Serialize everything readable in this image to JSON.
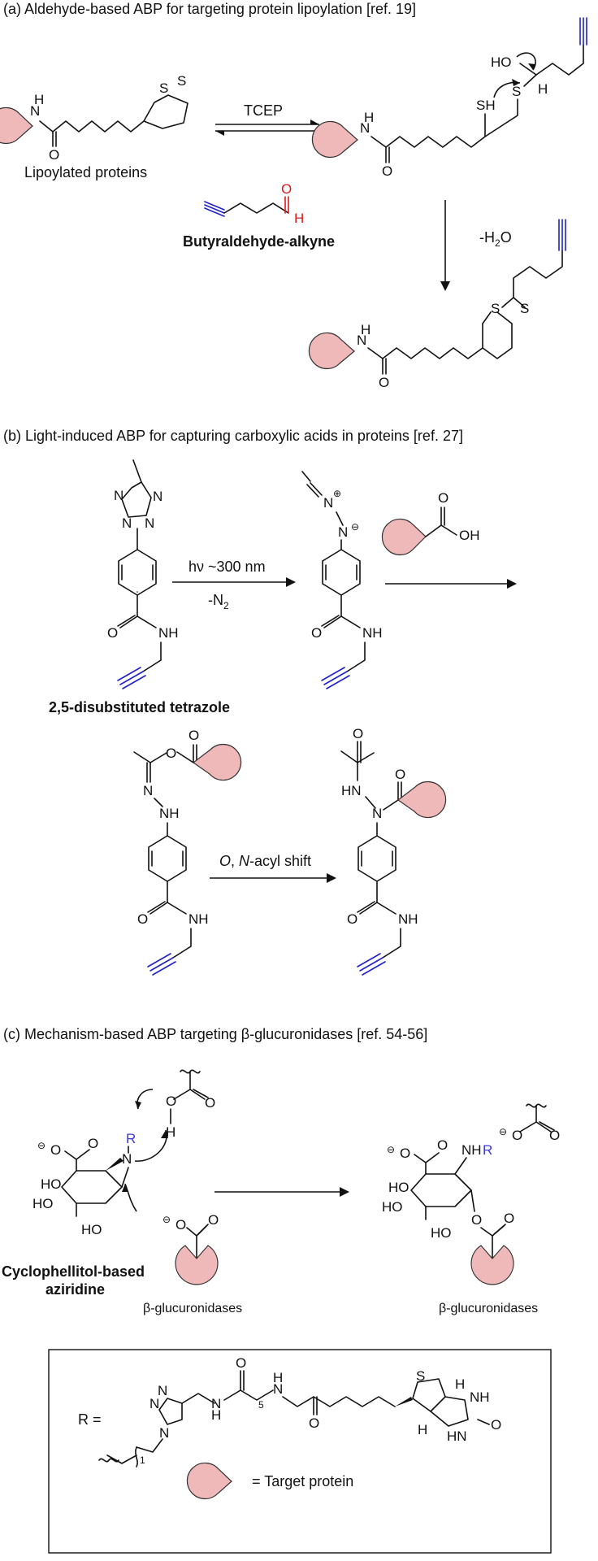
{
  "panel_a": {
    "header": "(a) Aldehyde-based ABP for targeting protein lipoylation [ref. 19]",
    "lipoylated_label": "Lipoylated proteins",
    "reagent_label": "TCEP",
    "aldehyde_label": "Butyraldehyde-alkyne",
    "elimination_label": "-H",
    "elimination_sub": "2",
    "elimination_tail": "O"
  },
  "panel_b": {
    "header": "(b) Light-induced ABP for capturing carboxylic acids in proteins [ref. 27]",
    "light_label": "hν ~300 nm",
    "n2_label": "-N",
    "n2_sub": "2",
    "tetrazole_label": "2,5-disubstituted tetrazole",
    "shift_label_o": "O",
    "shift_label_sep": ", ",
    "shift_label_n": "N",
    "shift_label_rest": "-acyl shift"
  },
  "panel_c": {
    "header": "(c) Mechanism-based ABP targeting β-glucuronidases [ref. 54-56]",
    "aziridine_line1": "Cyclophellitol-based",
    "aziridine_line2": "aziridine",
    "enzyme_label_left": "β-glucuronidases",
    "enzyme_label_right": "β-glucuronidases",
    "r_atom": "R",
    "nhr_nh": "NH",
    "nhr_r": "R"
  },
  "legend": {
    "r_equals": "R  =",
    "subscript_5": "5",
    "subscript_1": "1",
    "target_label": "= Target protein"
  },
  "colors": {
    "alkyne": "#1f22c8",
    "aldehyde": "#e01b1b",
    "r_group": "#3a3ad8",
    "protein": "#f0b9b9"
  }
}
